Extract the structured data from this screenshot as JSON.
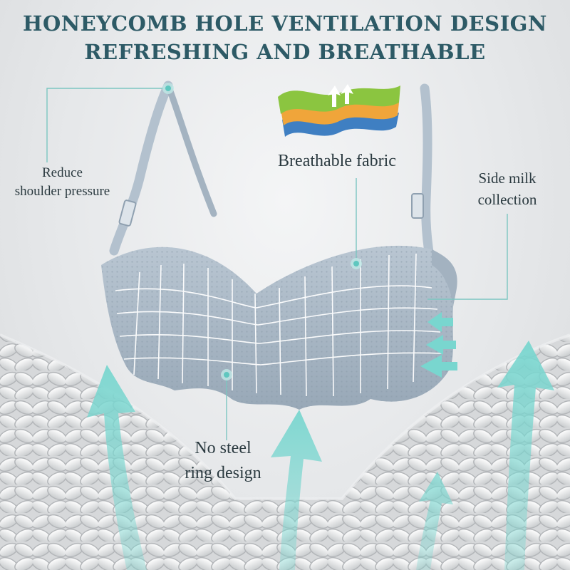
{
  "headline": {
    "line1": "HONEYCOMB HOLE VENTILATION DESIGN",
    "line2": "REFRESHING AND BREATHABLE"
  },
  "callouts": {
    "shoulder": {
      "line1": "Reduce",
      "line2": "shoulder pressure"
    },
    "fabric": {
      "text": "Breathable fabric"
    },
    "side": {
      "line1": "Side milk",
      "line2": "collection"
    },
    "steel": {
      "line1": "No steel",
      "line2": "ring design"
    }
  },
  "colors": {
    "headline": "#2d5a66",
    "accent_teal": "#79d6cf",
    "fabric_blue_grey": "#a9b8c6",
    "label_text": "#2b3a40"
  },
  "icons": [
    "layered-fabric-icon",
    "up-arrow-icon"
  ]
}
